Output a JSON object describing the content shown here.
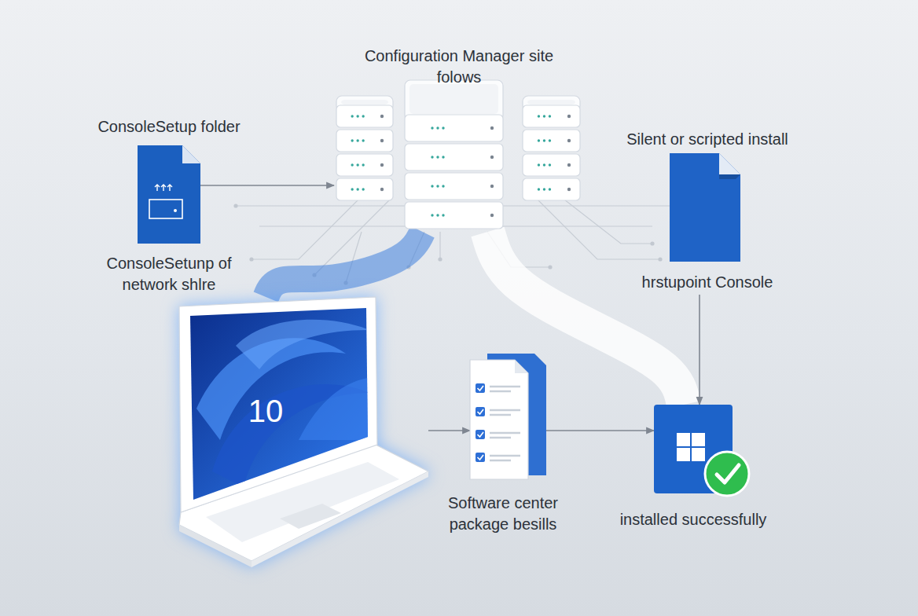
{
  "diagram": {
    "nodes": [
      {
        "text": [
          "Configuration Manager site folows"
        ]
      },
      {
        "text": [
          "ConsoleSetup folder",
          "ConsoleSetunp of network shlre"
        ]
      },
      {
        "text": [
          "Silent or scripted install",
          "hrstupoint Console"
        ]
      },
      {
        "text": [
          "10"
        ]
      },
      {
        "text": [
          "Software center package besills"
        ]
      },
      {
        "text": [
          "installed successfully"
        ]
      }
    ],
    "edges": [
      {
        "from": 1,
        "to": 0,
        "arrow": "to"
      },
      {
        "from": 0,
        "to": 3,
        "arrow": "none"
      },
      {
        "from": 0,
        "to": 5,
        "arrow": "none"
      },
      {
        "from": 2,
        "to": 5,
        "arrow": "to"
      },
      {
        "from": 3,
        "to": 4,
        "arrow": "to"
      },
      {
        "from": 4,
        "to": 5,
        "arrow": "to"
      }
    ]
  }
}
